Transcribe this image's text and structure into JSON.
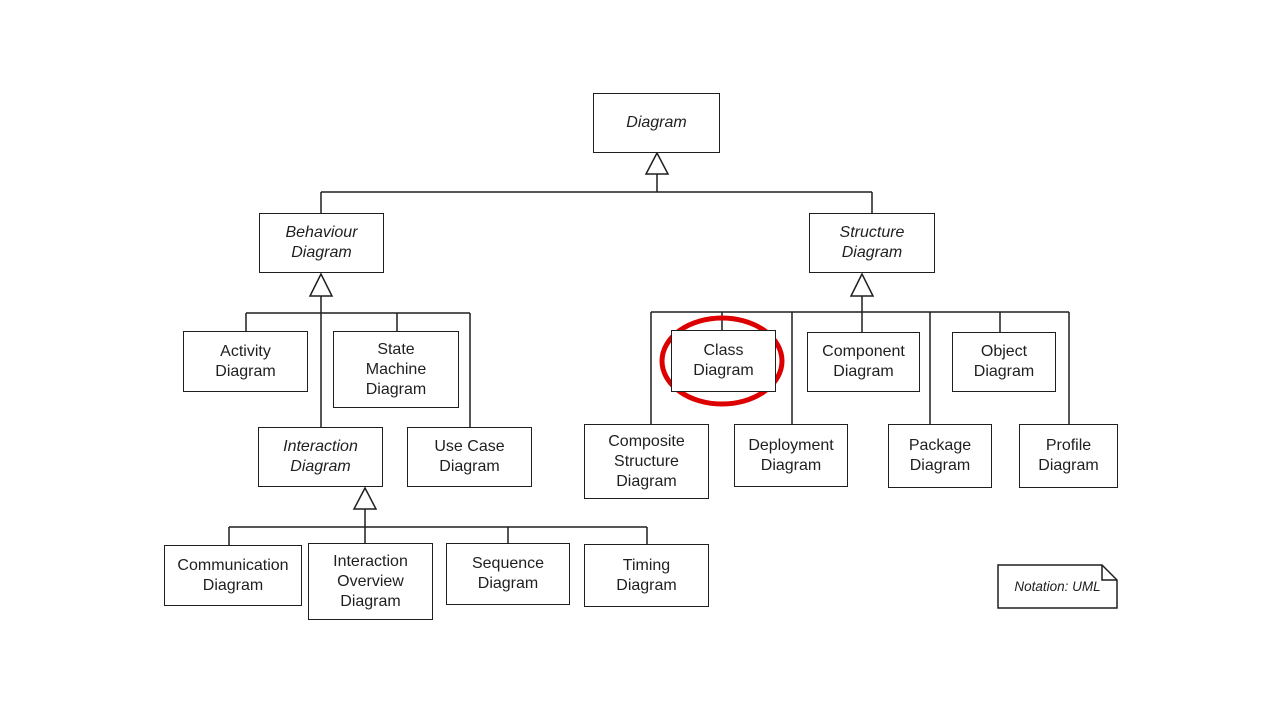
{
  "nodes": {
    "diagram": {
      "label": "Diagram"
    },
    "behaviour": {
      "label": "Behaviour\nDiagram"
    },
    "structure": {
      "label": "Structure\nDiagram"
    },
    "activity": {
      "label": "Activity\nDiagram"
    },
    "state_machine": {
      "label": "State\nMachine\nDiagram"
    },
    "interaction": {
      "label": "Interaction\nDiagram"
    },
    "use_case": {
      "label": "Use Case\nDiagram"
    },
    "communication": {
      "label": "Communication\nDiagram"
    },
    "interaction_overview": {
      "label": "Interaction\nOverview\nDiagram"
    },
    "sequence": {
      "label": "Sequence\nDiagram"
    },
    "timing": {
      "label": "Timing\nDiagram"
    },
    "class": {
      "label": "Class\nDiagram"
    },
    "component": {
      "label": "Component\nDiagram"
    },
    "object": {
      "label": "Object\nDiagram"
    },
    "composite_structure": {
      "label": "Composite\nStructure\nDiagram"
    },
    "deployment": {
      "label": "Deployment\nDiagram"
    },
    "package": {
      "label": "Package\nDiagram"
    },
    "profile": {
      "label": "Profile\nDiagram"
    }
  },
  "note": {
    "label": "Notation: UML"
  },
  "highlight": {
    "target": "Class Diagram",
    "color": "#dd0000"
  },
  "colors": {
    "line": "#1f1f1f",
    "box_fill": "#ffffff",
    "background": "#ffffff"
  }
}
